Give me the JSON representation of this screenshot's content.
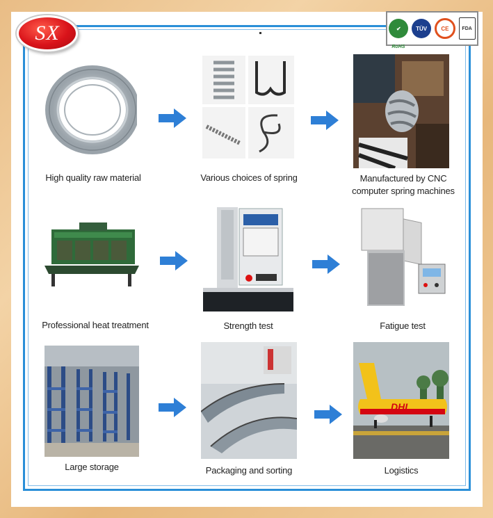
{
  "logo": {
    "text": "SX"
  },
  "certifications": {
    "rohs": "RoHS",
    "tuv": "TÜV",
    "ce": "CE",
    "fda": "FDA"
  },
  "steps": [
    {
      "caption": "High quality raw material",
      "icon": "wire-coil-image"
    },
    {
      "caption": "Various choices of spring",
      "icon": "spring-samples-image"
    },
    {
      "caption": "Manufactured by CNC\ncomputer spring machines",
      "icon": "cnc-machine-image"
    },
    {
      "caption": "Professional heat treatment",
      "icon": "heat-treatment-furnace-image"
    },
    {
      "caption": "Strength test",
      "icon": "strength-tester-image"
    },
    {
      "caption": "Fatigue test",
      "icon": "fatigue-tester-image"
    },
    {
      "caption": "Large storage",
      "icon": "warehouse-image"
    },
    {
      "caption": "Packaging and sorting",
      "icon": "conveyor-image"
    },
    {
      "caption": "Logistics",
      "icon": "cargo-plane-image"
    }
  ],
  "colors": {
    "frame": "#e9bd86",
    "border_blue": "#2a8fd8",
    "arrow_blue": "#2e7fd6",
    "logo_red": "#d9131a"
  }
}
